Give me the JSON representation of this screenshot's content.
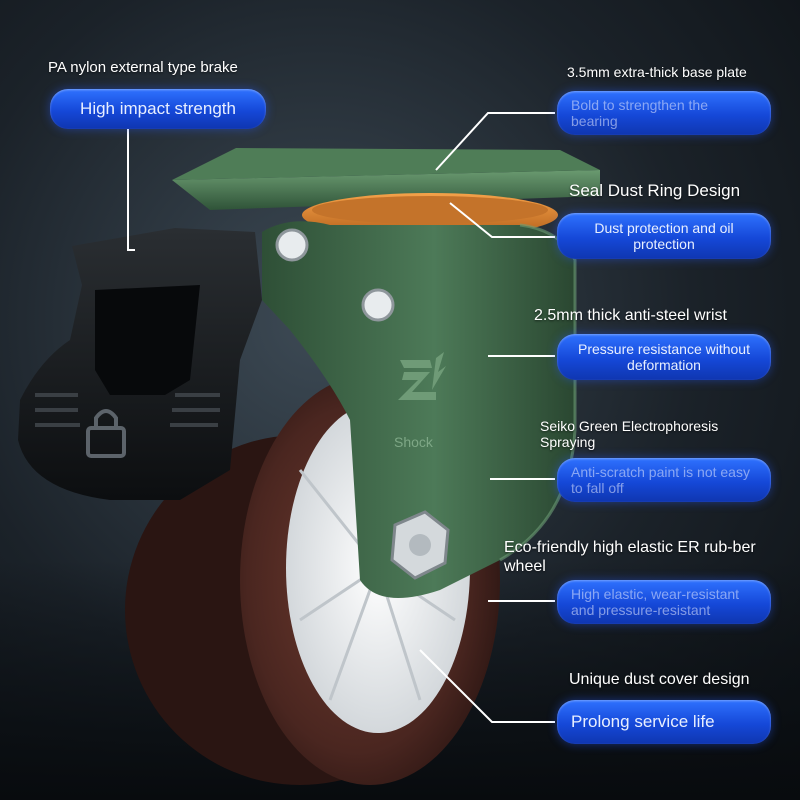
{
  "callouts": [
    {
      "heading": "PA nylon external type brake",
      "pill": "High impact strength"
    },
    {
      "heading": "3.5mm extra-thick base plate",
      "pill": "Bold to strengthen the bearing"
    },
    {
      "heading": "Seal Dust Ring Design",
      "pill": "Dust protection and oil protection"
    },
    {
      "heading": "2.5mm thick anti-steel wrist",
      "pill": "Pressure resistance without deformation"
    },
    {
      "heading": "Seiko Green Electrophoresis Spraying",
      "pill": "Anti-scratch paint is not easy to fall off"
    },
    {
      "heading": "Eco-friendly high elastic ER rub-ber wheel",
      "pill": "High elastic, wear-resistant and pressure-resistant"
    },
    {
      "heading": "Unique dust cover design",
      "pill": "Prolong service life"
    }
  ],
  "product": {
    "logo_text": "Shock",
    "colors": {
      "bracket": "#3f6a4a",
      "tire": "#4a2620",
      "hub": "#e9ecef",
      "seal_ring": "#e08a2c",
      "brake": "#15181b",
      "pill": "#1f5cf0"
    },
    "icons": [
      "lock-icon",
      "brand-logo-icon"
    ]
  }
}
